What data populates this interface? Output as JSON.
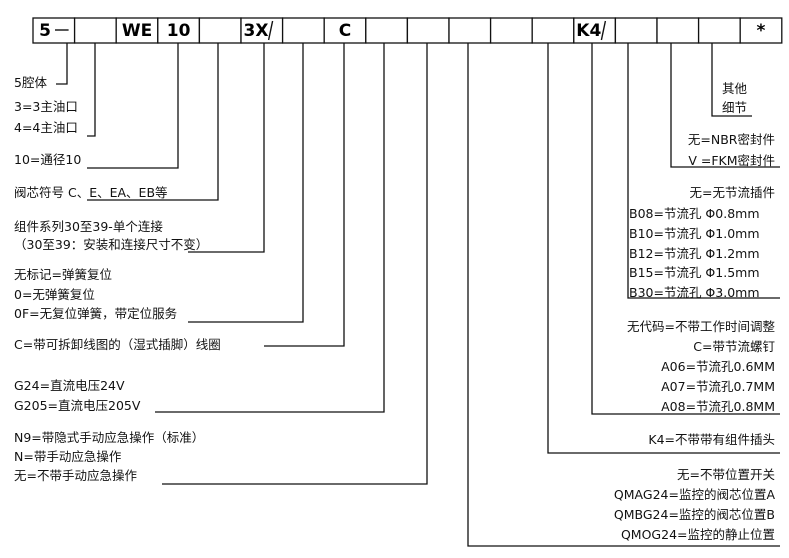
{
  "code_boxes": [
    {
      "text": "5",
      "dash": true
    },
    {
      "text": ""
    },
    {
      "text": "WE"
    },
    {
      "text": "10"
    },
    {
      "text": ""
    },
    {
      "text": "3X",
      "slash": true
    },
    {
      "text": ""
    },
    {
      "text": "C"
    },
    {
      "text": ""
    },
    {
      "text": ""
    },
    {
      "text": ""
    },
    {
      "text": ""
    },
    {
      "text": ""
    },
    {
      "text": "K4",
      "slash": true
    },
    {
      "text": ""
    },
    {
      "text": ""
    },
    {
      "text": ""
    },
    {
      "text": "*"
    }
  ],
  "left_labels": {
    "chambers": "5腔体",
    "port3": "3=3主油口",
    "port4": "4=4主油口",
    "size": "10=通径10",
    "spool": "阀芯符号 C、E、EA、EB等",
    "series1": "组件系列30至39-单个连接",
    "series2": "（30至39：安装和连接尺寸不变）",
    "spring1": "无标记=弹簧复位",
    "spring2": "0=无弹簧复位",
    "spring3": "0F=无复位弹簧，带定位服务",
    "plug": "C=带可拆卸线图的（湿式插脚）线圈",
    "volt1": "G24=直流电压24V",
    "volt2": "G205=直流电压205V",
    "manual1": "N9=带隐式手动应急操作（标准）",
    "manual2": "N=带手动应急操作",
    "manual3": "无=不带手动应急操作"
  },
  "right_labels": {
    "other1": "其他",
    "other2": "细节",
    "seal1": "无=NBR密封件",
    "seal2": "V =FKM密封件",
    "orifice": [
      "无=无节流插件",
      "B08=节流孔 Φ0.8mm",
      "B10=节流孔 Φ1.0mm",
      "B12=节流孔 Φ1.2mm",
      "B15=节流孔 Φ1.5mm",
      "B30=节流孔 Φ3.0mm"
    ],
    "timing": [
      "无代码=不带工作时间调整",
      "C=带节流螺钉",
      "A06=节流孔0.6MM",
      "A07=节流孔0.7MM",
      "A08=节流孔0.8MM"
    ],
    "k4": "K4=不带带有组件插头",
    "switch": [
      "无=不带位置开关",
      "QMAG24=监控的阀芯位置A",
      "QMBG24=监控的阀芯位置B",
      "QMOG24=监控的静止位置"
    ]
  }
}
